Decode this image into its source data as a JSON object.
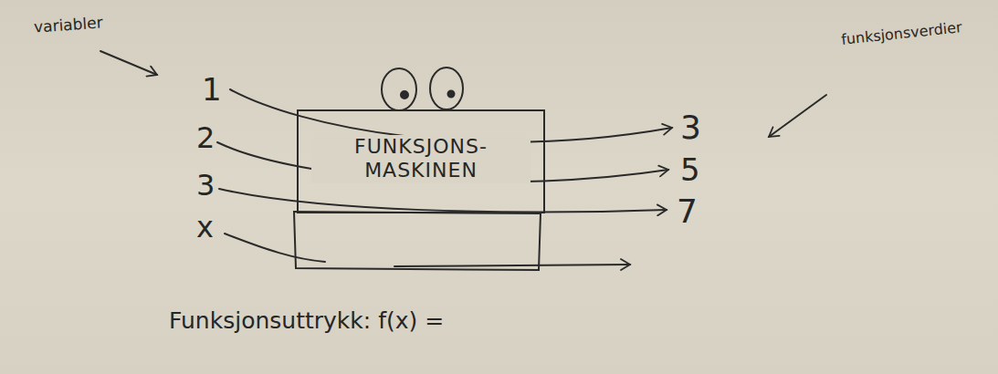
{
  "diagram": {
    "nodes": [
      {
        "text": [
          "FUNKSJONS- MASKINEN"
        ]
      }
    ],
    "labels": [
      "variabler",
      "1",
      "2",
      "3",
      "x",
      "3",
      "5",
      "7",
      "funksjonsverdier",
      "Funksjonsuttrykk: f(x) ="
    ]
  }
}
